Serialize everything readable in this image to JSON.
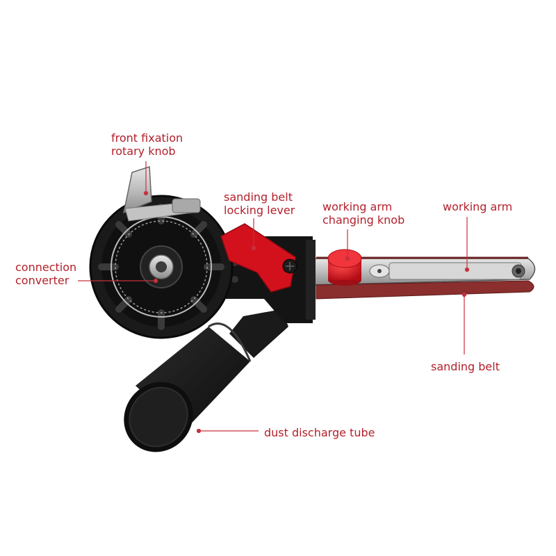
{
  "labels": {
    "front_knob": [
      "front fixation",
      "rotary knob"
    ],
    "locking_lever": [
      "sanding belt",
      "locking lever"
    ],
    "changing_knob": [
      "working arm",
      "changing knob"
    ],
    "working_arm": "working arm",
    "connection_converter": [
      "connection",
      "converter"
    ],
    "sanding_belt": "sanding belt",
    "dust_tube": "dust discharge tube"
  },
  "colors": {
    "label_text": "#b3202b",
    "leader_line": "#c7303c",
    "body_black": "#161616",
    "accent_red": "#d3111d",
    "metal": "#c9c9c9",
    "belt": "#8a2e2e"
  }
}
